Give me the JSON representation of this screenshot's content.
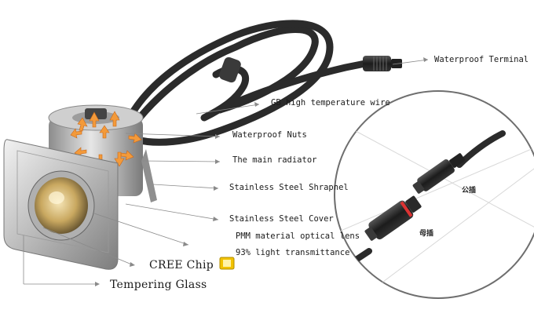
{
  "labels": {
    "waterproof_terminal": "Waterproof Terminal",
    "gb_wire": "GB high temperature wire",
    "waterproof_nuts": "Waterproof Nuts",
    "main_radiator": "The main radiator",
    "stainless_shrapnel": "Stainless Steel Shrapnel",
    "stainless_cover": "Stainless Steel Cover",
    "pmm_lens": "PMM material optical lens",
    "light_transmittance": "93% light transmittance",
    "cree_chip": "CREE Chip",
    "tempering_glass": "Tempering Glass"
  },
  "connector_labels": {
    "male_plug": "公插",
    "female_plug": "母插"
  },
  "colors": {
    "arrow_orange": "#f39a3a",
    "steel_light": "#d9d9d9",
    "steel_dark": "#8a8a8a",
    "cable": "#2b2b2b",
    "cree_yellow": "#f2c200"
  }
}
